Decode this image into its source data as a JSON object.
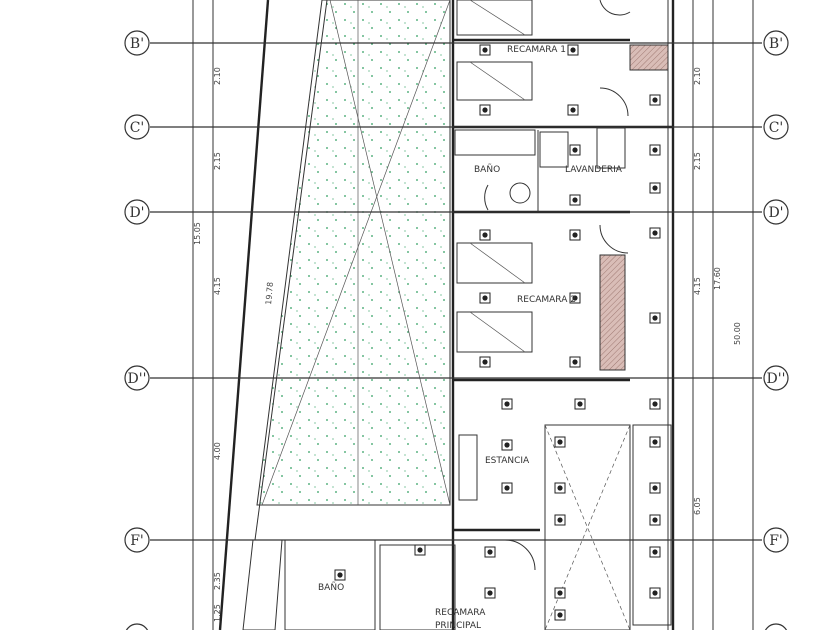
{
  "grid_bubbles": [
    {
      "label": "B'"
    },
    {
      "label": "C'"
    },
    {
      "label": "D'"
    },
    {
      "label": "D''"
    },
    {
      "label": "F'"
    }
  ],
  "rooms": {
    "recamara1": "RECAMARA 1",
    "bano": "BAÑO",
    "lavanderia": "LAVANDERIA",
    "recamara2": "RECAMARA 2",
    "estancia": "ESTANCIA",
    "bano2": "BAÑO",
    "recamara_principal_1": "RECAMARA",
    "recamara_principal_2": "PRINCIPAL"
  },
  "dimensions": {
    "left": [
      "2.10",
      "2.15",
      "4.15",
      "4.00",
      "2.35",
      "1.25"
    ],
    "total_left": "15.05",
    "diagonal": "19.78",
    "right": [
      "2.10",
      "2.15",
      "4.15",
      "6.05"
    ],
    "total_right": "17.60",
    "overall_right": "50.00"
  },
  "colors": {
    "hatch": "#2e9e5f",
    "line": "#222222",
    "accent_fill": "#c9a8a2"
  }
}
